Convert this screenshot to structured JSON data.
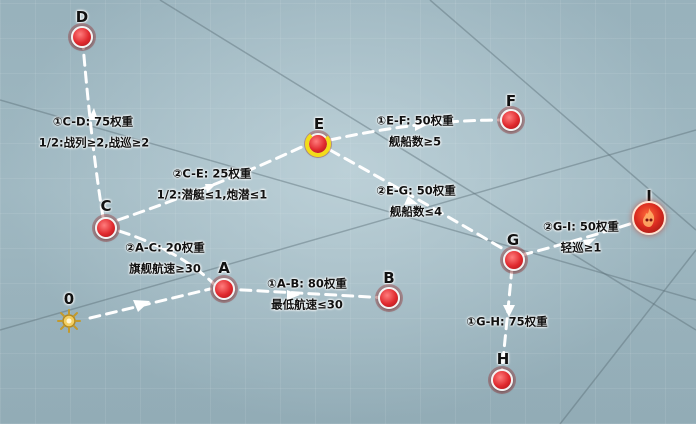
{
  "nodes": {
    "start": "0",
    "A": "A",
    "B": "B",
    "C": "C",
    "D": "D",
    "E": "E",
    "F": "F",
    "G": "G",
    "H": "H",
    "I": "I"
  },
  "routes": {
    "cd_1": "①C-D: 75权重",
    "cd_2": "1/2:战列≥2,战巡≥2",
    "ce_1": "②C-E: 25权重",
    "ce_2": "1/2:潜艇≤1,炮潜≤1",
    "ac_1": "②A-C: 20权重",
    "ac_2": "旗舰航速≥30",
    "ab_1": "①A-B: 80权重",
    "ab_2": "最低航速≤30",
    "ef_1": "①E-F: 50权重",
    "ef_2": "舰船数≥5",
    "eg_1": "②E-G: 50权重",
    "eg_2": "舰船数≤4",
    "gi_1": "②G-I: 50权重",
    "gi_2": "轻巡≥1",
    "gh_1": "①G-H: 75权重"
  },
  "colors": {
    "node_red": "#e0292e",
    "selection_ring": "#f3dc1a",
    "route_dash": "#ffffff"
  }
}
